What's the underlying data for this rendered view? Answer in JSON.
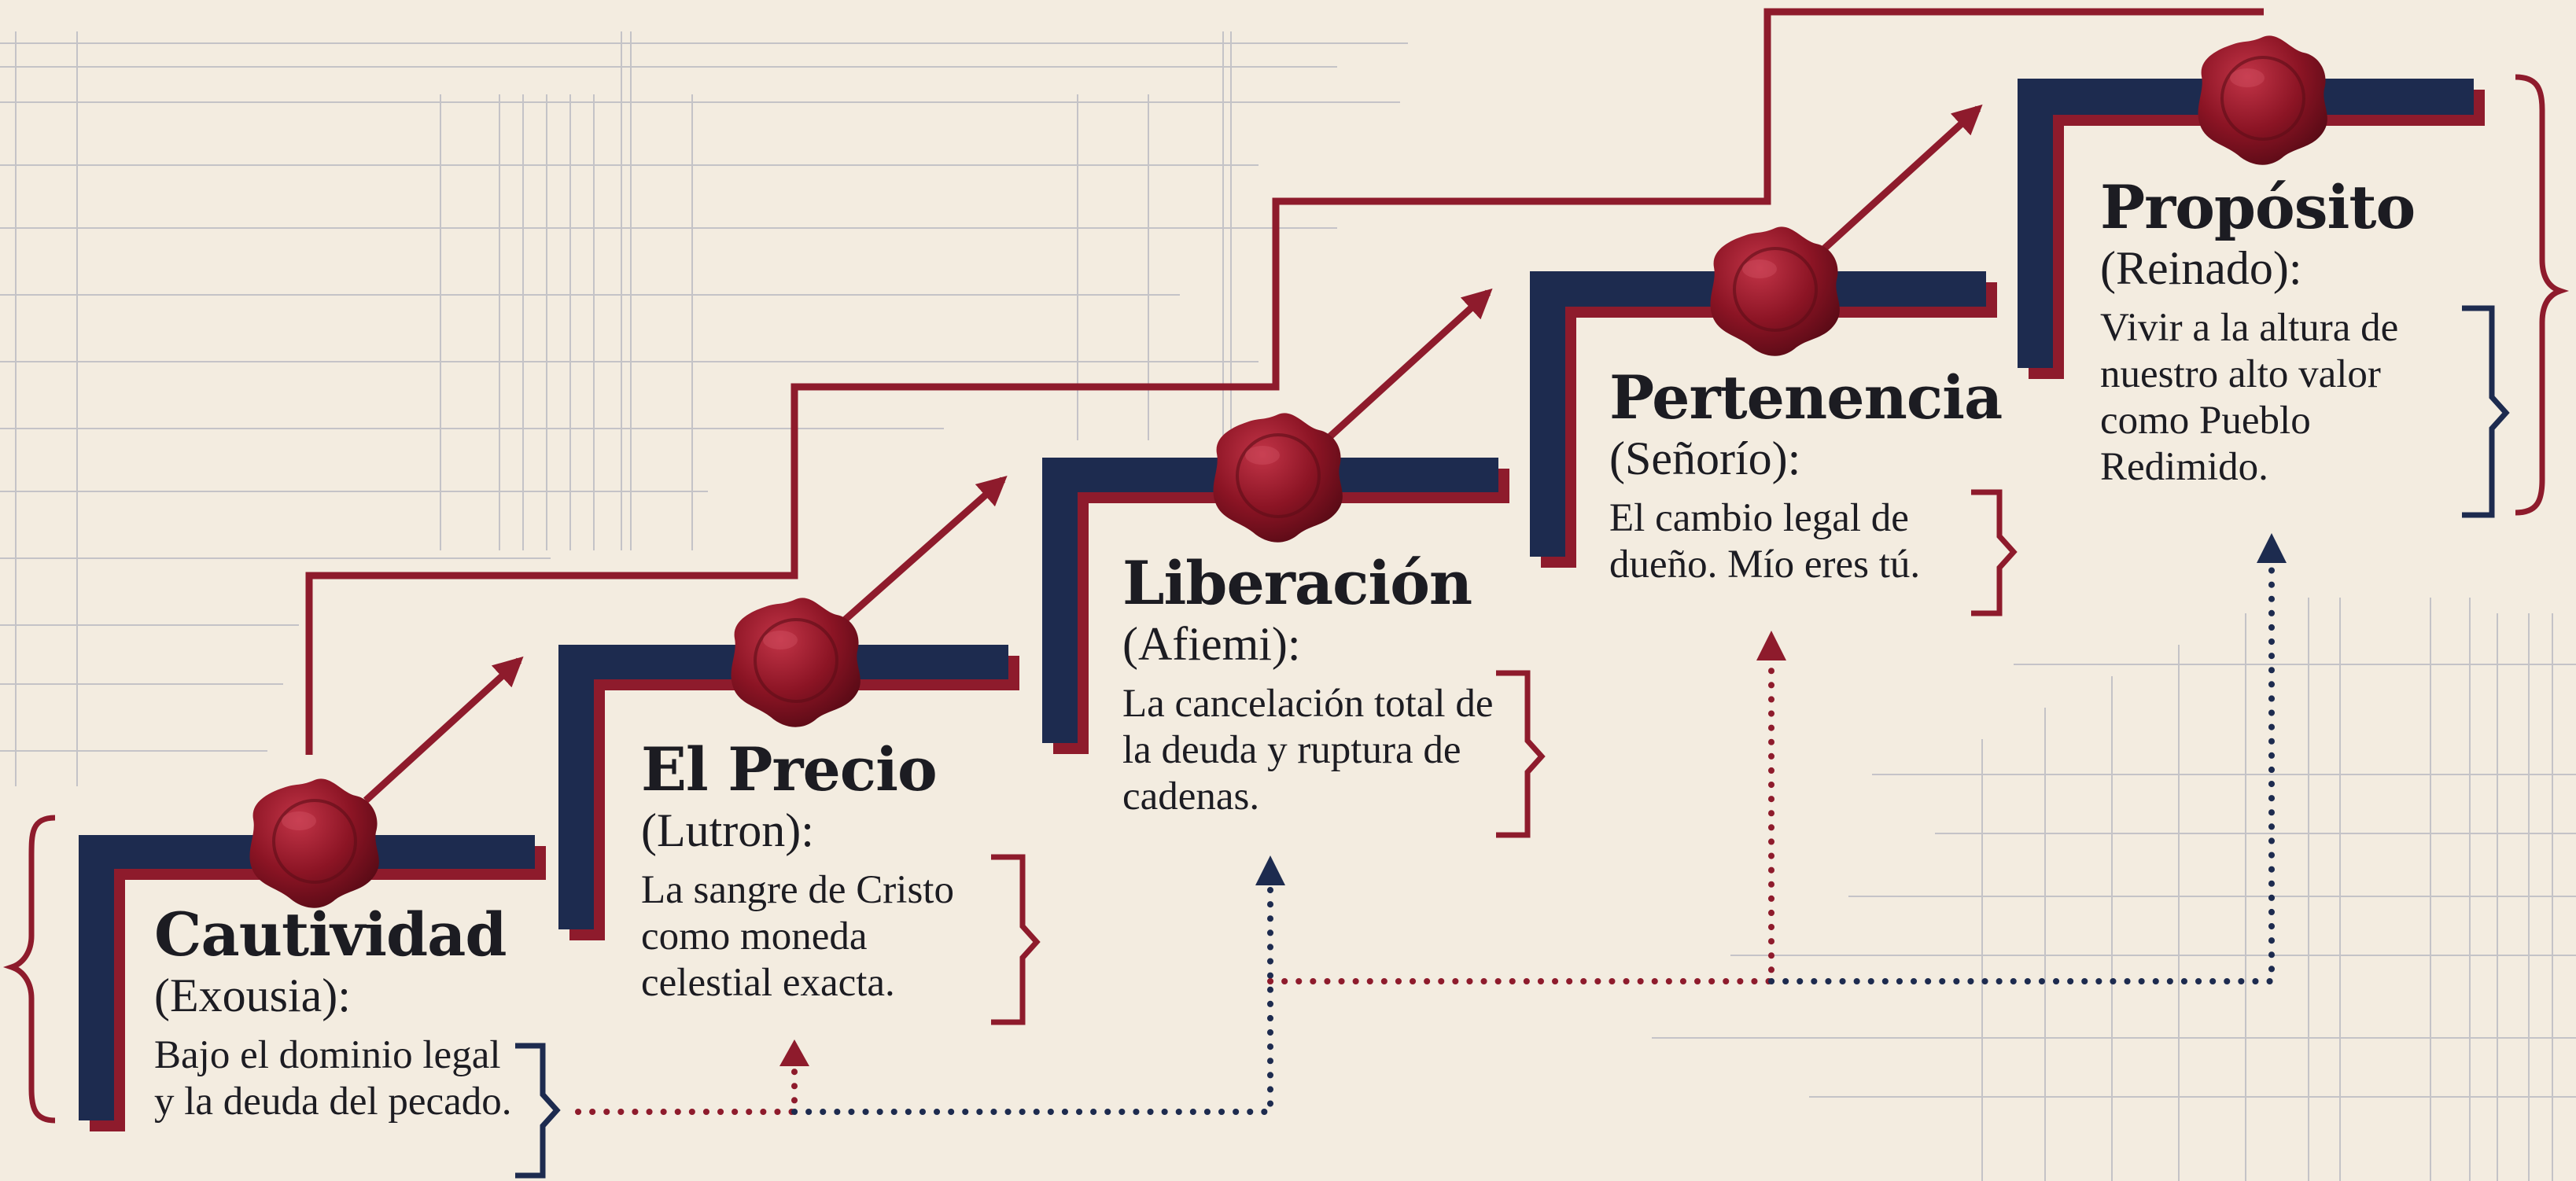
{
  "colors": {
    "background": "#f3ece0",
    "navy": "#1d2b4f",
    "crimson": "#8e1b2c",
    "seal": "#8b1424",
    "text": "#1c1c22"
  },
  "steps": [
    {
      "title": "Cautividad",
      "subtitle": "(Exousia):",
      "description": "Bajo el dominio legal y la deuda del pecado."
    },
    {
      "title": "El Precio",
      "subtitle": "(Lutron):",
      "description": "La sangre de Cristo como moneda celestial exacta."
    },
    {
      "title": "Liberación",
      "subtitle": "(Afiemi):",
      "description": "La cancelación total de la deuda y ruptura de cadenas."
    },
    {
      "title": "Pertenencia",
      "subtitle": "(Señorío):",
      "description": "El cambio legal de dueño. Mío eres tú."
    },
    {
      "title": "Propósito",
      "subtitle": "(Reinado):",
      "description": "Vivir a la altura de nuestro alto valor como Pueblo Redimido."
    }
  ]
}
